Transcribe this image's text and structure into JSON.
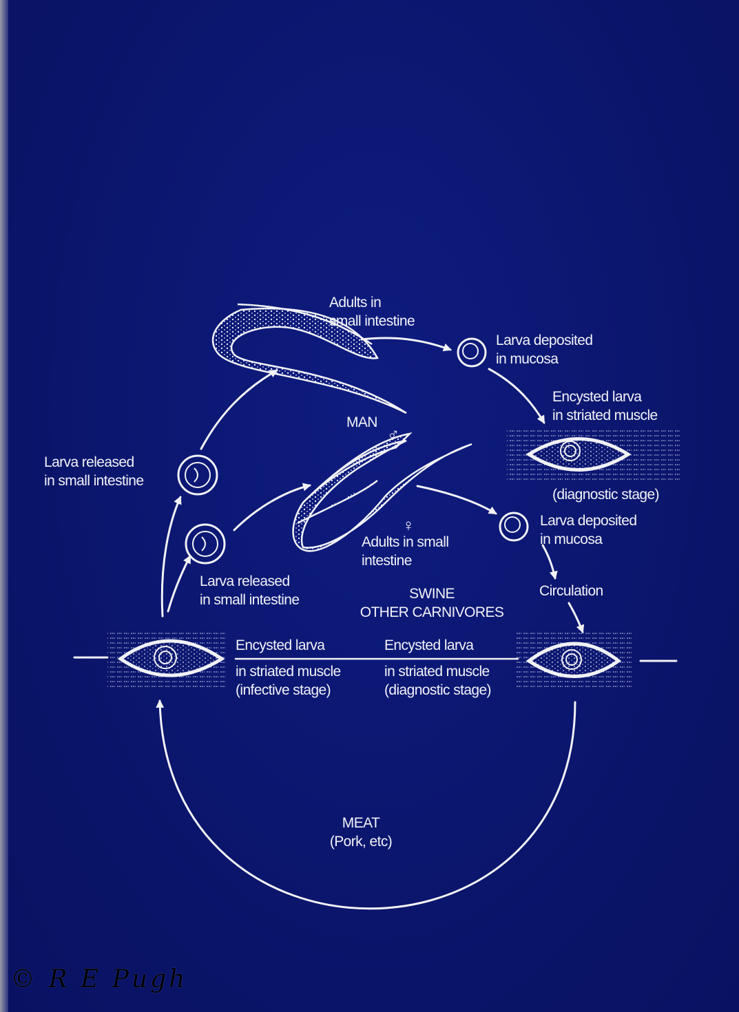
{
  "labels": {
    "adults_man": [
      "Adults in",
      "small intestine"
    ],
    "larva_deposited_top": [
      "Larva deposited",
      "in mucosa"
    ],
    "encysted_man": [
      "Encysted larva",
      "in striated muscle"
    ],
    "diagnostic_man": "(diagnostic stage)",
    "man": "MAN",
    "male_symbol": "♂",
    "female_symbol": "♀",
    "larva_released_man": [
      "Larva released",
      "in small intestine"
    ],
    "larva_deposited_swine": [
      "Larva deposited",
      "in mucosa"
    ],
    "adults_swine": [
      "Adults in small",
      "intestine"
    ],
    "larva_released_swine": [
      "Larva released",
      "in small intestine"
    ],
    "swine": [
      "SWINE",
      "OTHER CARNIVORES"
    ],
    "circulation": "Circulation",
    "encysted_left": [
      "Encysted larva",
      "in striated muscle",
      "(infective stage)"
    ],
    "encysted_right": [
      "Encysted larva",
      "in striated muscle",
      "(diagnostic stage)"
    ],
    "meat": [
      "MEAT",
      "(Pork, etc)"
    ]
  },
  "copyright": "© R E Pugh",
  "colors": {
    "background": "#0b1670",
    "ink": "#f2f2f6"
  }
}
